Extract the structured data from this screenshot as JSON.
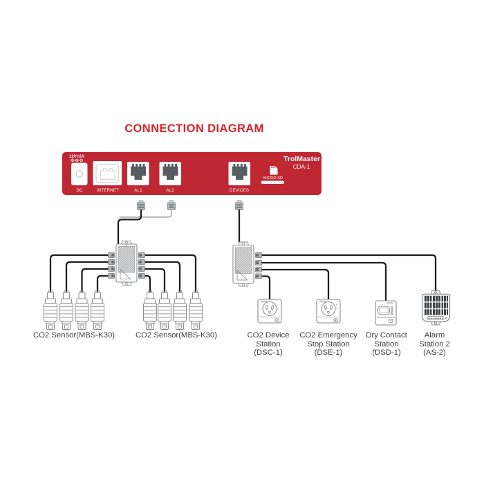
{
  "title": "CONNECTION DIAGRAM",
  "controller": {
    "brand": "TrolMaster",
    "model": "CDA-1",
    "power_rating": "12V=2A",
    "microsd_label": "MICRO SD",
    "ports": {
      "dc": "DC",
      "internet": "INTERNET",
      "al1": "AL1",
      "al2": "AL2",
      "devices": "DEVICES"
    }
  },
  "sensor_groups": [
    {
      "label": "CO2 Sensor(MBS-K30)",
      "sensor_count": 4
    },
    {
      "label": "CO2 Sensor(MBS-K30)",
      "sensor_count": 4
    }
  ],
  "devices": [
    {
      "line1": "CO2 Device",
      "line2": "Station",
      "line3": "(DSC-1)"
    },
    {
      "line1": "CO2 Emergency",
      "line2": "Stop Station",
      "line3": "(DSE-1)"
    },
    {
      "line1": "Dry Contact",
      "line2": "Station",
      "line3": "(DSD-1)"
    },
    {
      "line1": "Alarm",
      "line2": "Station 2",
      "line3": "(AS-2)"
    }
  ],
  "icons": {
    "controller_ports": [
      "dc-jack",
      "rj45-internet-port",
      "rj-port",
      "rj-port",
      "rj-port"
    ],
    "microsd": "microsd-card-icon",
    "hubs": "splitter-hub",
    "sensors": "co2-sensor",
    "stations": [
      "outlet-station",
      "outlet-station",
      "dry-contact-box",
      "alarm-grille"
    ]
  },
  "colors": {
    "panel_red": "#bf2733",
    "title_red": "#d9242b",
    "cable_black": "#1d1d1d",
    "cable_gray": "#bcbcbc",
    "label_gray": "#3d3d3d"
  }
}
